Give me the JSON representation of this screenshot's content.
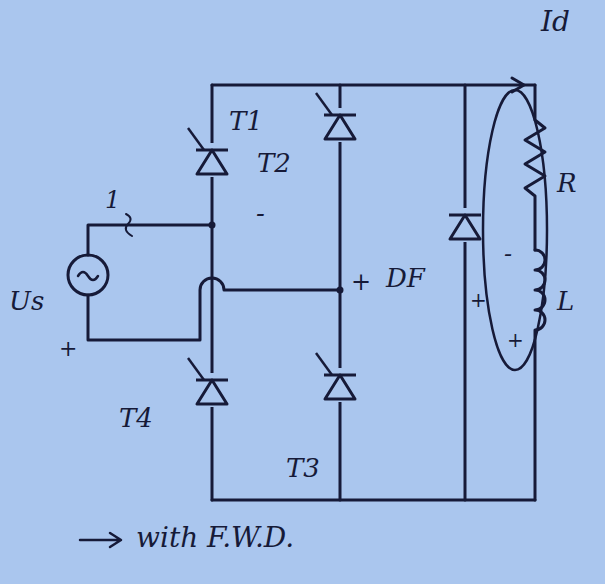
{
  "diagram": {
    "labels": [
      "Id",
      "T1",
      "1",
      "T2",
      "-",
      "+",
      "Us",
      "+",
      "DF",
      "+",
      "R",
      "-",
      "L",
      "+",
      "T4",
      "T3",
      "with F.W.D."
    ]
  }
}
